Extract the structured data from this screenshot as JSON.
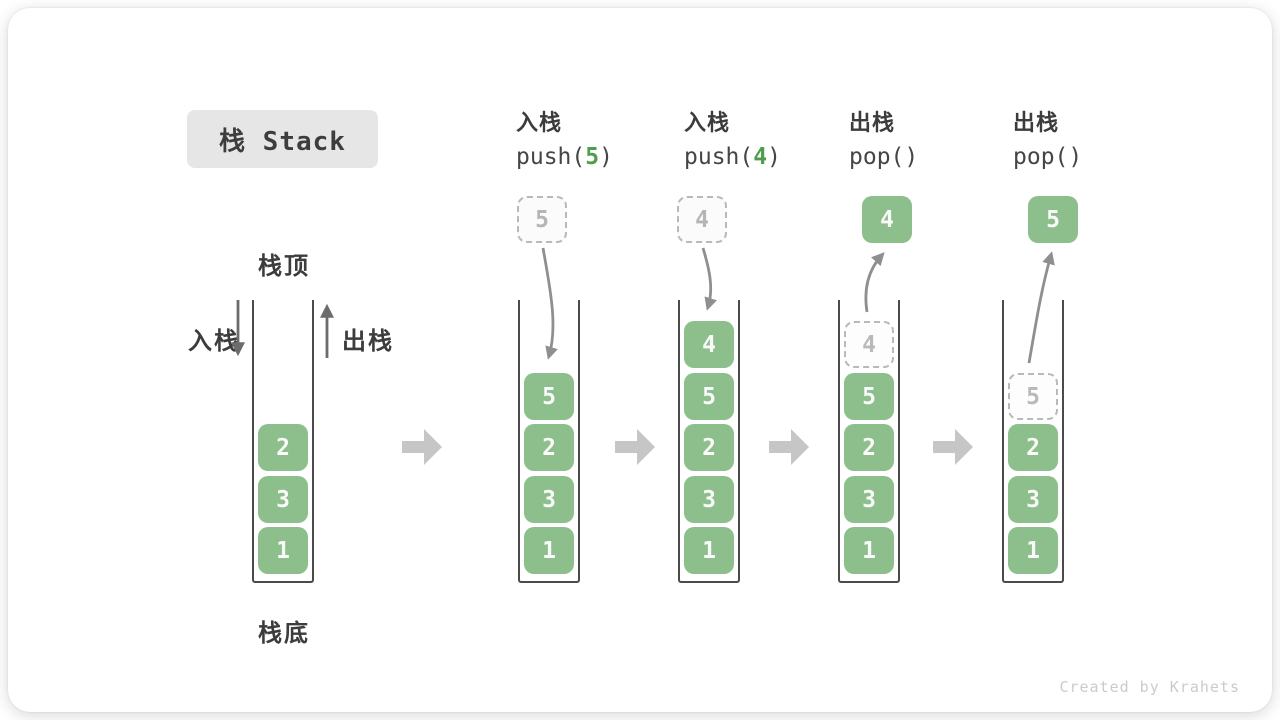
{
  "title": "栈 Stack",
  "footer_credit": "Created by Krahets",
  "labels": {
    "stack_top": "栈顶",
    "stack_bottom": "栈底",
    "push_in": "入栈",
    "pop_out": "出栈"
  },
  "operations": [
    {
      "name_cn": "入栈",
      "code_pre": "push(",
      "code_arg": "5",
      "code_post": ")"
    },
    {
      "name_cn": "入栈",
      "code_pre": "push(",
      "code_arg": "4",
      "code_post": ")"
    },
    {
      "name_cn": "出栈",
      "code_pre": "pop(",
      "code_arg": "",
      "code_post": ")"
    },
    {
      "name_cn": "出栈",
      "code_pre": "pop(",
      "code_arg": "",
      "code_post": ")"
    }
  ],
  "states": [
    {
      "stack": [
        "2",
        "3",
        "1"
      ]
    },
    {
      "floating": "5",
      "stack": [
        "5",
        "2",
        "3",
        "1"
      ]
    },
    {
      "floating": "4",
      "stack": [
        "4",
        "5",
        "2",
        "3",
        "1"
      ]
    },
    {
      "popped": "4",
      "ghost": "4",
      "stack": [
        "5",
        "2",
        "3",
        "1"
      ]
    },
    {
      "popped": "5",
      "ghost": "5",
      "stack": [
        "2",
        "3",
        "1"
      ]
    }
  ],
  "colors": {
    "box_green": "#8cbf8c",
    "code_arg_green": "#4f9d4f",
    "ghost_gray": "#b9b9b9",
    "wall_dark": "#4b4b4b",
    "step_arrow_gray": "#c6c6c6",
    "curve_arrow_gray": "#8f8f8f",
    "title_bg": "#e6e6e6",
    "text_dark": "#3c3c3c",
    "credit_gray": "#cbcbcb"
  }
}
